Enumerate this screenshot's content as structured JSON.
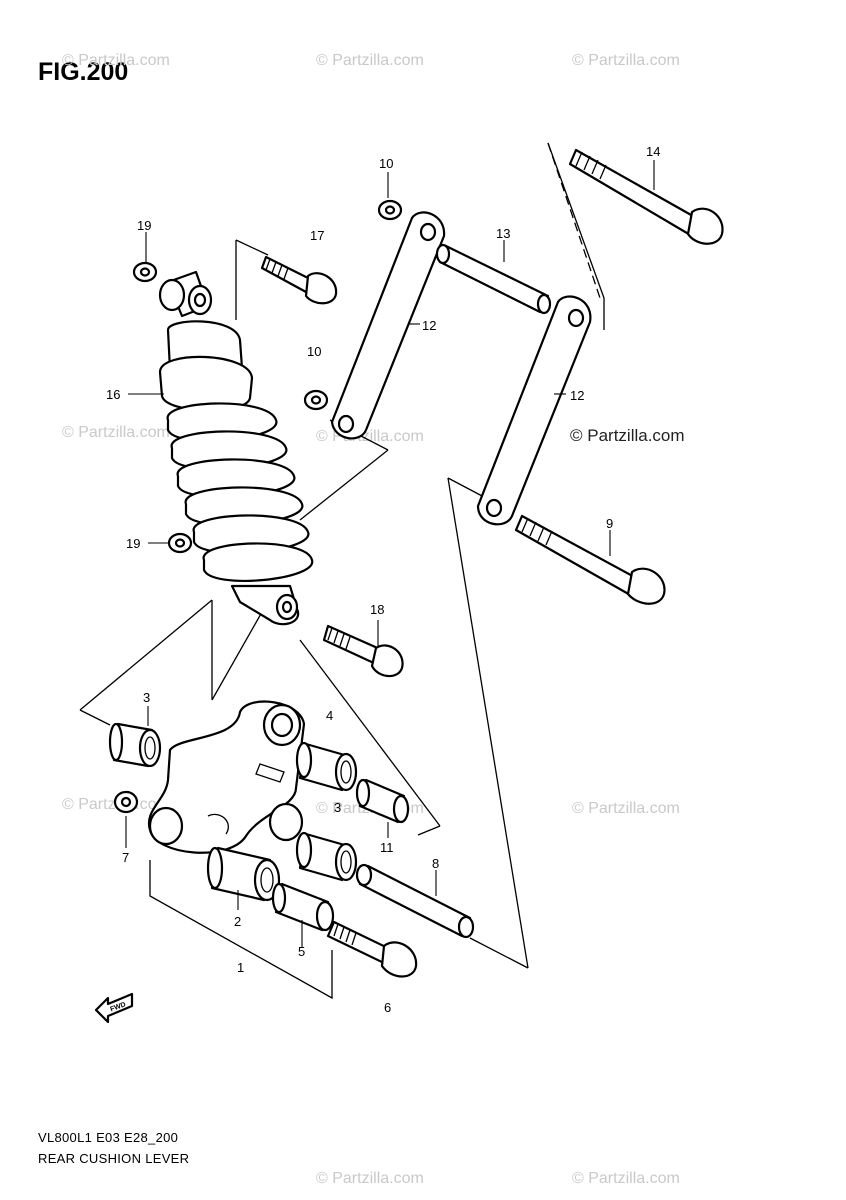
{
  "figure": {
    "title": "FIG.200",
    "model_code": "VL800L1 E03 E28_200",
    "section_name": "REAR CUSHION LEVER"
  },
  "watermark": {
    "text": "© Partzilla.com",
    "color": "#c9c9c9"
  },
  "fwd_label": "FWD",
  "callouts": [
    {
      "id": "c1",
      "label": "1"
    },
    {
      "id": "c2",
      "label": "2"
    },
    {
      "id": "c3a",
      "label": "3"
    },
    {
      "id": "c3b",
      "label": "3"
    },
    {
      "id": "c4",
      "label": "4"
    },
    {
      "id": "c5",
      "label": "5"
    },
    {
      "id": "c6",
      "label": "6"
    },
    {
      "id": "c7",
      "label": "7"
    },
    {
      "id": "c8",
      "label": "8"
    },
    {
      "id": "c9",
      "label": "9"
    },
    {
      "id": "c10a",
      "label": "10"
    },
    {
      "id": "c10b",
      "label": "10"
    },
    {
      "id": "c11",
      "label": "11"
    },
    {
      "id": "c12a",
      "label": "12"
    },
    {
      "id": "c12b",
      "label": "12"
    },
    {
      "id": "c13",
      "label": "13"
    },
    {
      "id": "c14",
      "label": "14"
    },
    {
      "id": "c16",
      "label": "16"
    },
    {
      "id": "c17",
      "label": "17"
    },
    {
      "id": "c18",
      "label": "18"
    },
    {
      "id": "c19a",
      "label": "19"
    },
    {
      "id": "c19b",
      "label": "19"
    }
  ]
}
